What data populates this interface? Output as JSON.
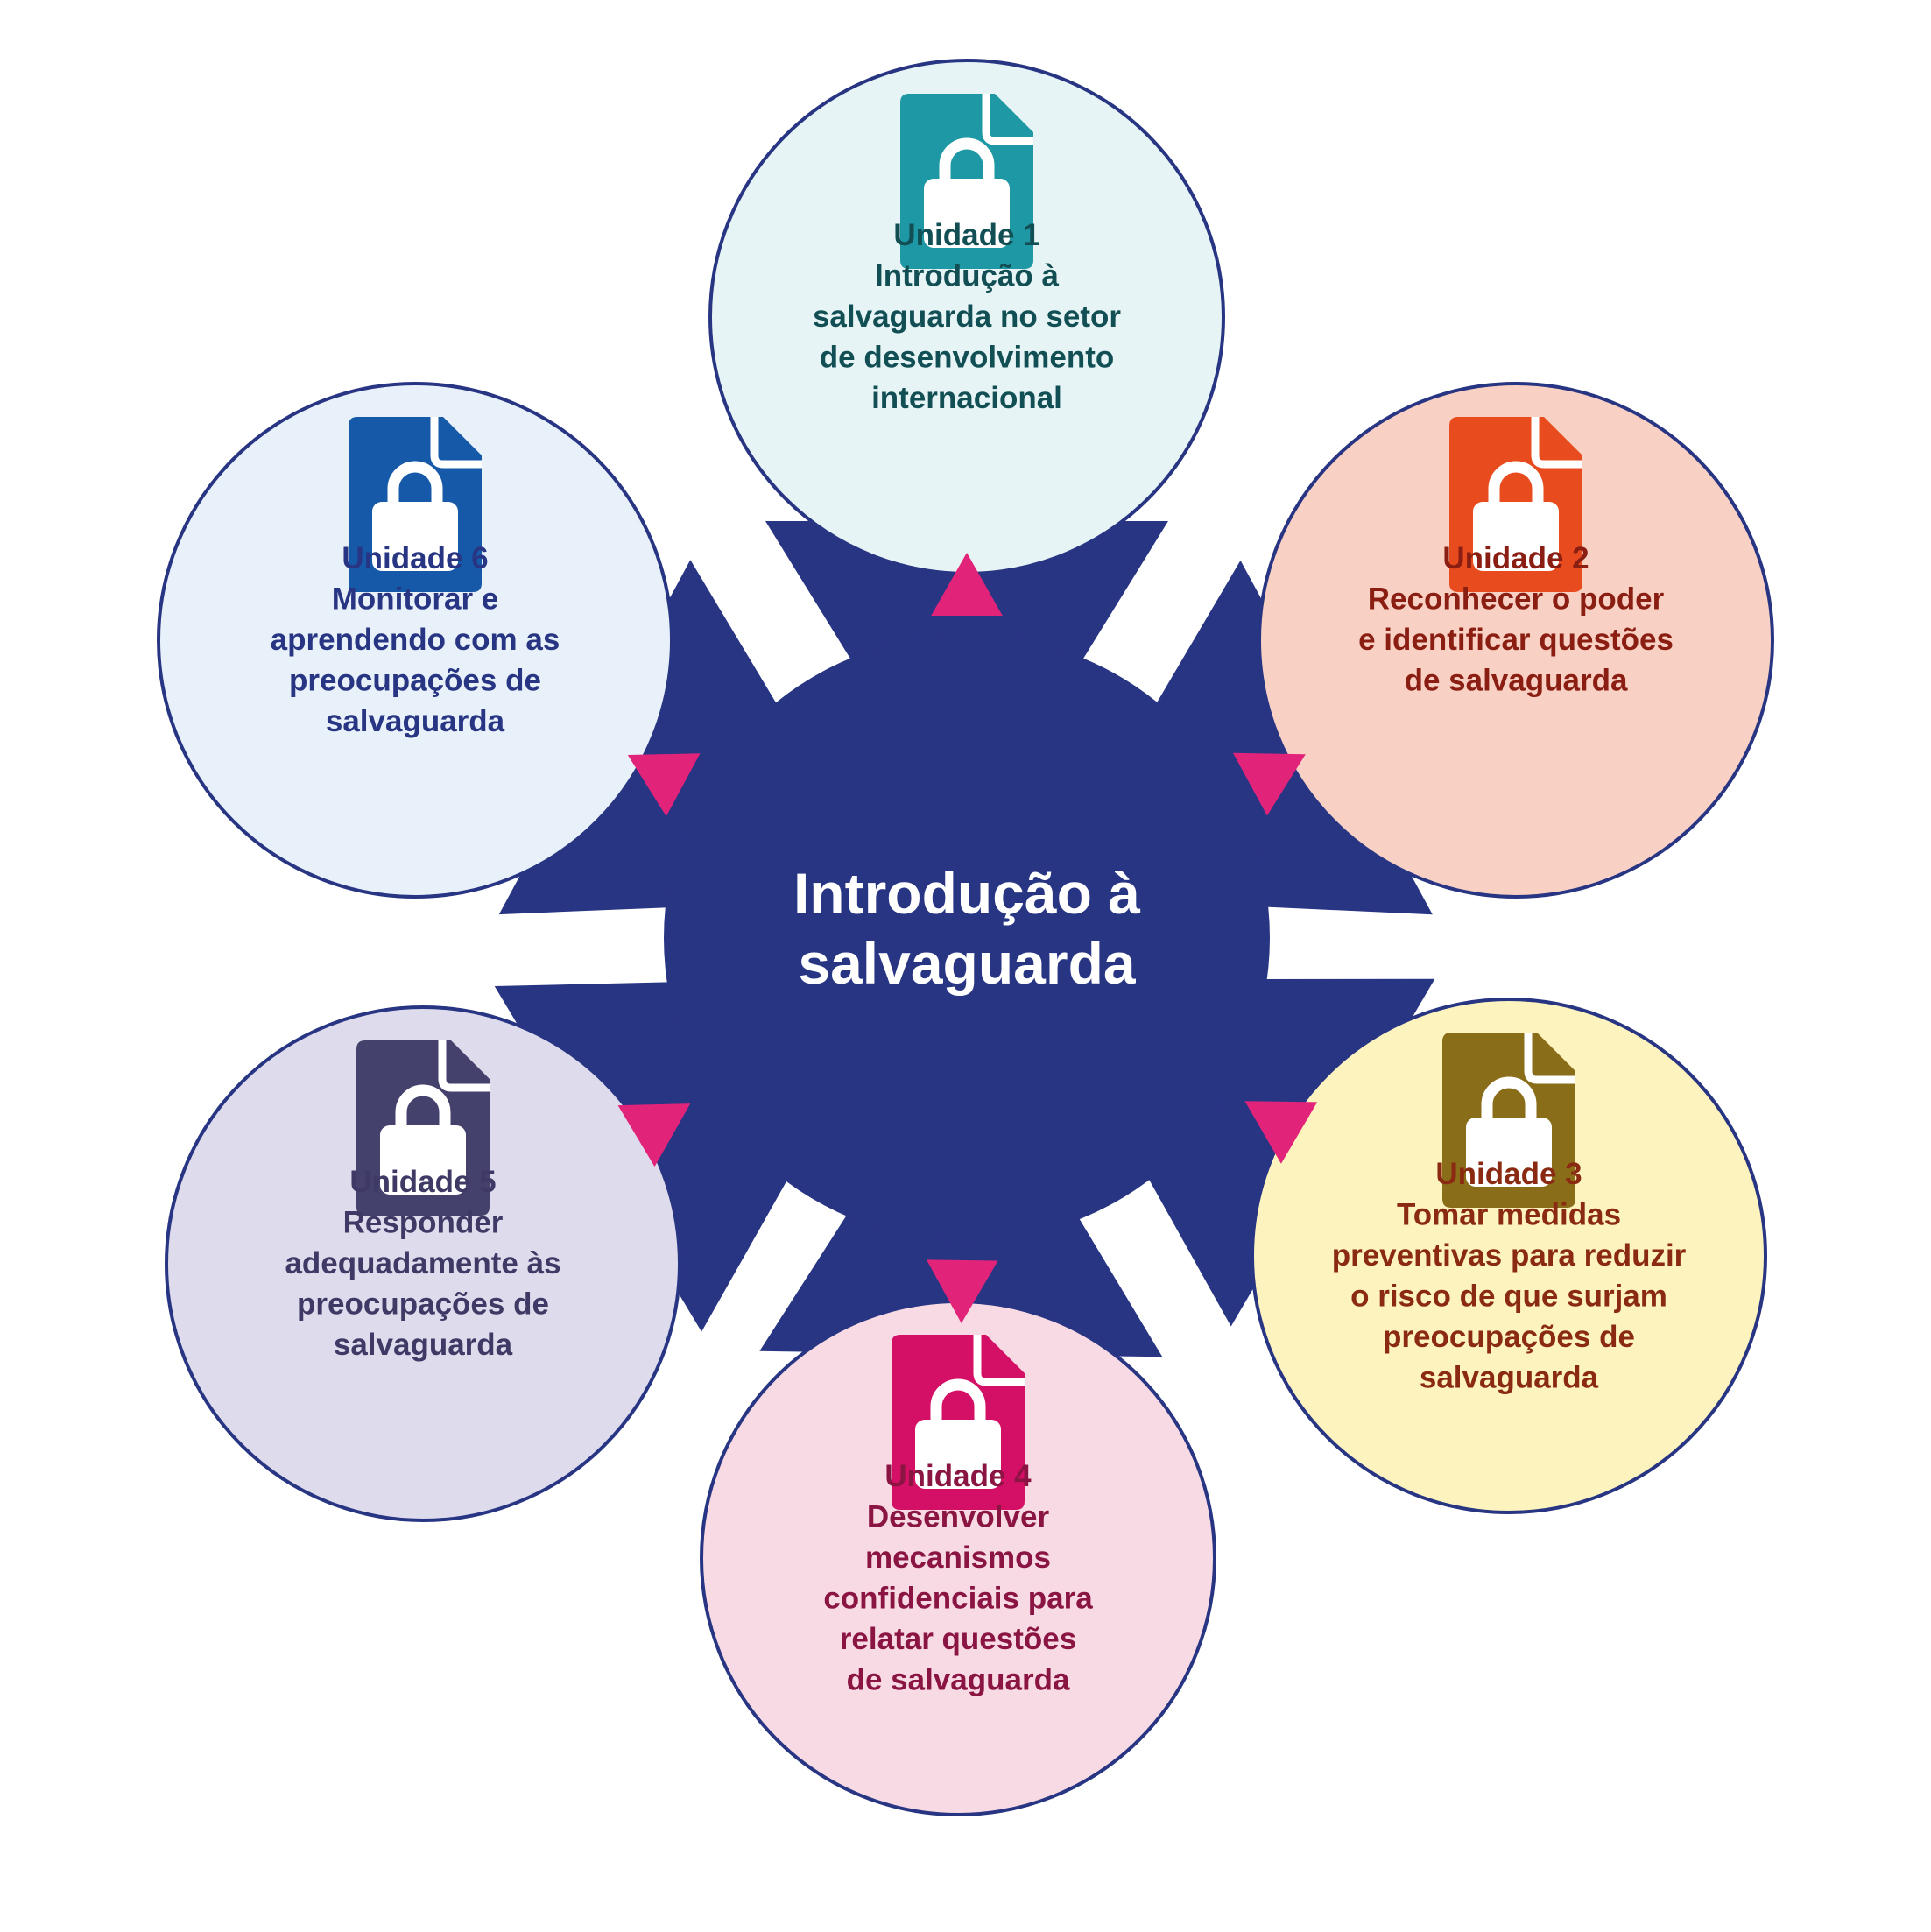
{
  "center": {
    "lines": [
      "Introdução à",
      "salvaguarda"
    ],
    "color": "#283583",
    "text_color": "#ffffff"
  },
  "connector_color": "#283583",
  "arrow_color": "#E2237A",
  "outline_color": "#283583",
  "units": [
    {
      "id": "unit-1",
      "icon": "locked-document-icon",
      "title": "Unidade 1",
      "lines": [
        "Introdução à",
        "salvaguarda no setor",
        "de desenvolvimento",
        "internacional"
      ],
      "fill": "#E6F4F5",
      "icon_color": "#1E98A4",
      "text_color": "#124F55",
      "arrow": "outward"
    },
    {
      "id": "unit-2",
      "icon": "locked-document-icon",
      "title": "Unidade 2",
      "lines": [
        "Reconhecer o poder",
        "e identificar questões",
        "de salvaguarda"
      ],
      "fill": "#F9D1C4",
      "icon_color": "#E84C1E",
      "text_color": "#8A1E12",
      "arrow": "outward"
    },
    {
      "id": "unit-3",
      "icon": "locked-document-icon",
      "title": "Unidade 3",
      "lines": [
        "Tomar medidas",
        "preventivas para reduzir",
        "o risco de que surjam",
        "preocupações de",
        "salvaguarda"
      ],
      "fill": "#FCF3BF",
      "icon_color": "#8A6D18",
      "text_color": "#8A2A12",
      "arrow": "inward"
    },
    {
      "id": "unit-4",
      "icon": "locked-document-icon",
      "title": "Unidade 4",
      "lines": [
        "Desenvolver",
        "mecanismos",
        "confidenciais para",
        "relatar questões",
        "de salvaguarda"
      ],
      "fill": "#F8DAE4",
      "icon_color": "#D40F66",
      "text_color": "#8A1442",
      "arrow": "outward"
    },
    {
      "id": "unit-5",
      "icon": "locked-document-icon",
      "title": "Unidade 5",
      "lines": [
        "Responder",
        "adequadamente às",
        "preocupações de",
        "salvaguarda"
      ],
      "fill": "#DDDBEC",
      "icon_color": "#45416D",
      "text_color": "#3E3A65",
      "arrow": "inward"
    },
    {
      "id": "unit-6",
      "icon": "locked-document-icon",
      "title": "Unidade 6",
      "lines": [
        "Monitorar e",
        "aprendendo com as",
        "preocupações de",
        "salvaguarda"
      ],
      "fill": "#E8F1FA",
      "icon_color": "#1659A8",
      "text_color": "#283583",
      "arrow": "outward"
    }
  ]
}
